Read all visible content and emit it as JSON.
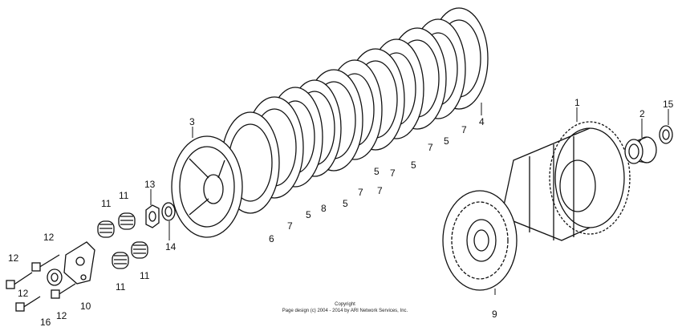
{
  "diagram": {
    "callouts": [
      "1",
      "2",
      "3",
      "4",
      "5",
      "5",
      "5",
      "5",
      "5",
      "6",
      "7",
      "7",
      "7",
      "7",
      "7",
      "7",
      "8",
      "9",
      "10",
      "11",
      "11",
      "11",
      "11",
      "12",
      "12",
      "12",
      "12",
      "13",
      "14",
      "15",
      "16"
    ]
  },
  "copyright": {
    "line1": "Copyright",
    "line2": "Page design (c) 2004 - 2014 by ARI Network Services, Inc."
  }
}
